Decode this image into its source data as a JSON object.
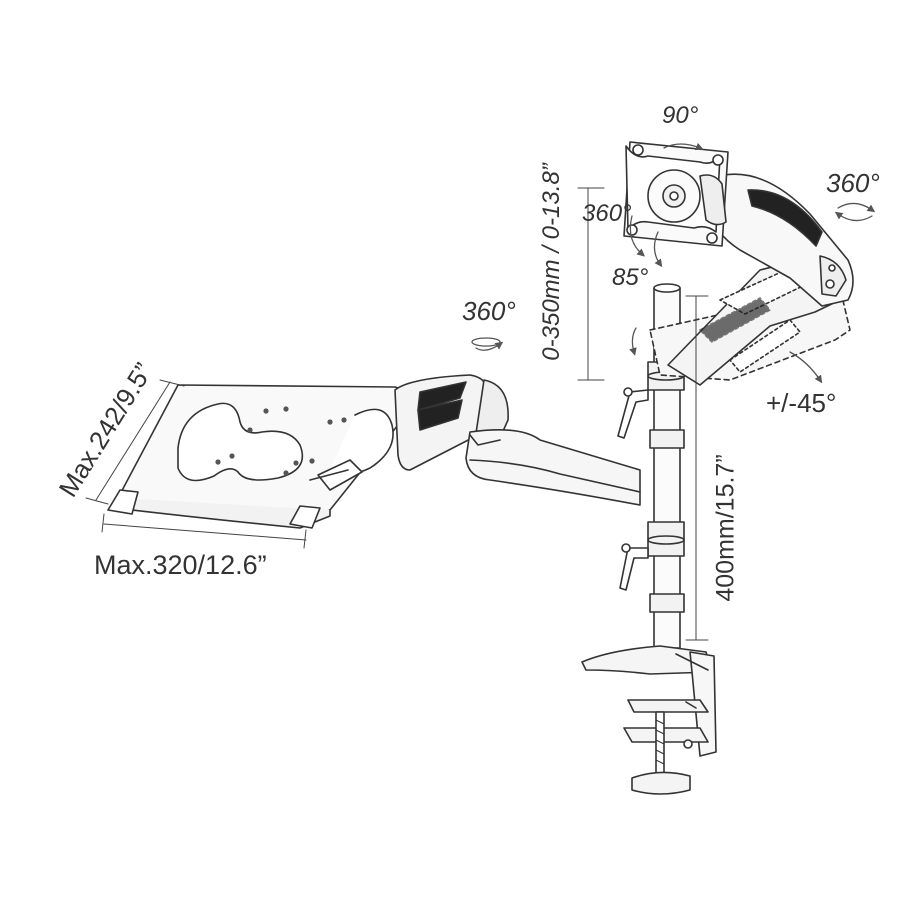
{
  "rotations": {
    "tilt_top": "90°",
    "swivel_right": "360°",
    "rotate_head": "360°",
    "tilt_down": "85°",
    "pole_swivel": "360°",
    "tilt_side": "+/-45°"
  },
  "dimensions": {
    "height_adjust": "0-350mm / 0-13.8”",
    "pole_height": "400mm/15.7”",
    "tray_width": "Max.320/12.6”",
    "tray_depth": "Max.242/9.5”"
  },
  "colors": {
    "line": "#333333",
    "pad": "#222222",
    "fill": "#f7f7f7"
  }
}
